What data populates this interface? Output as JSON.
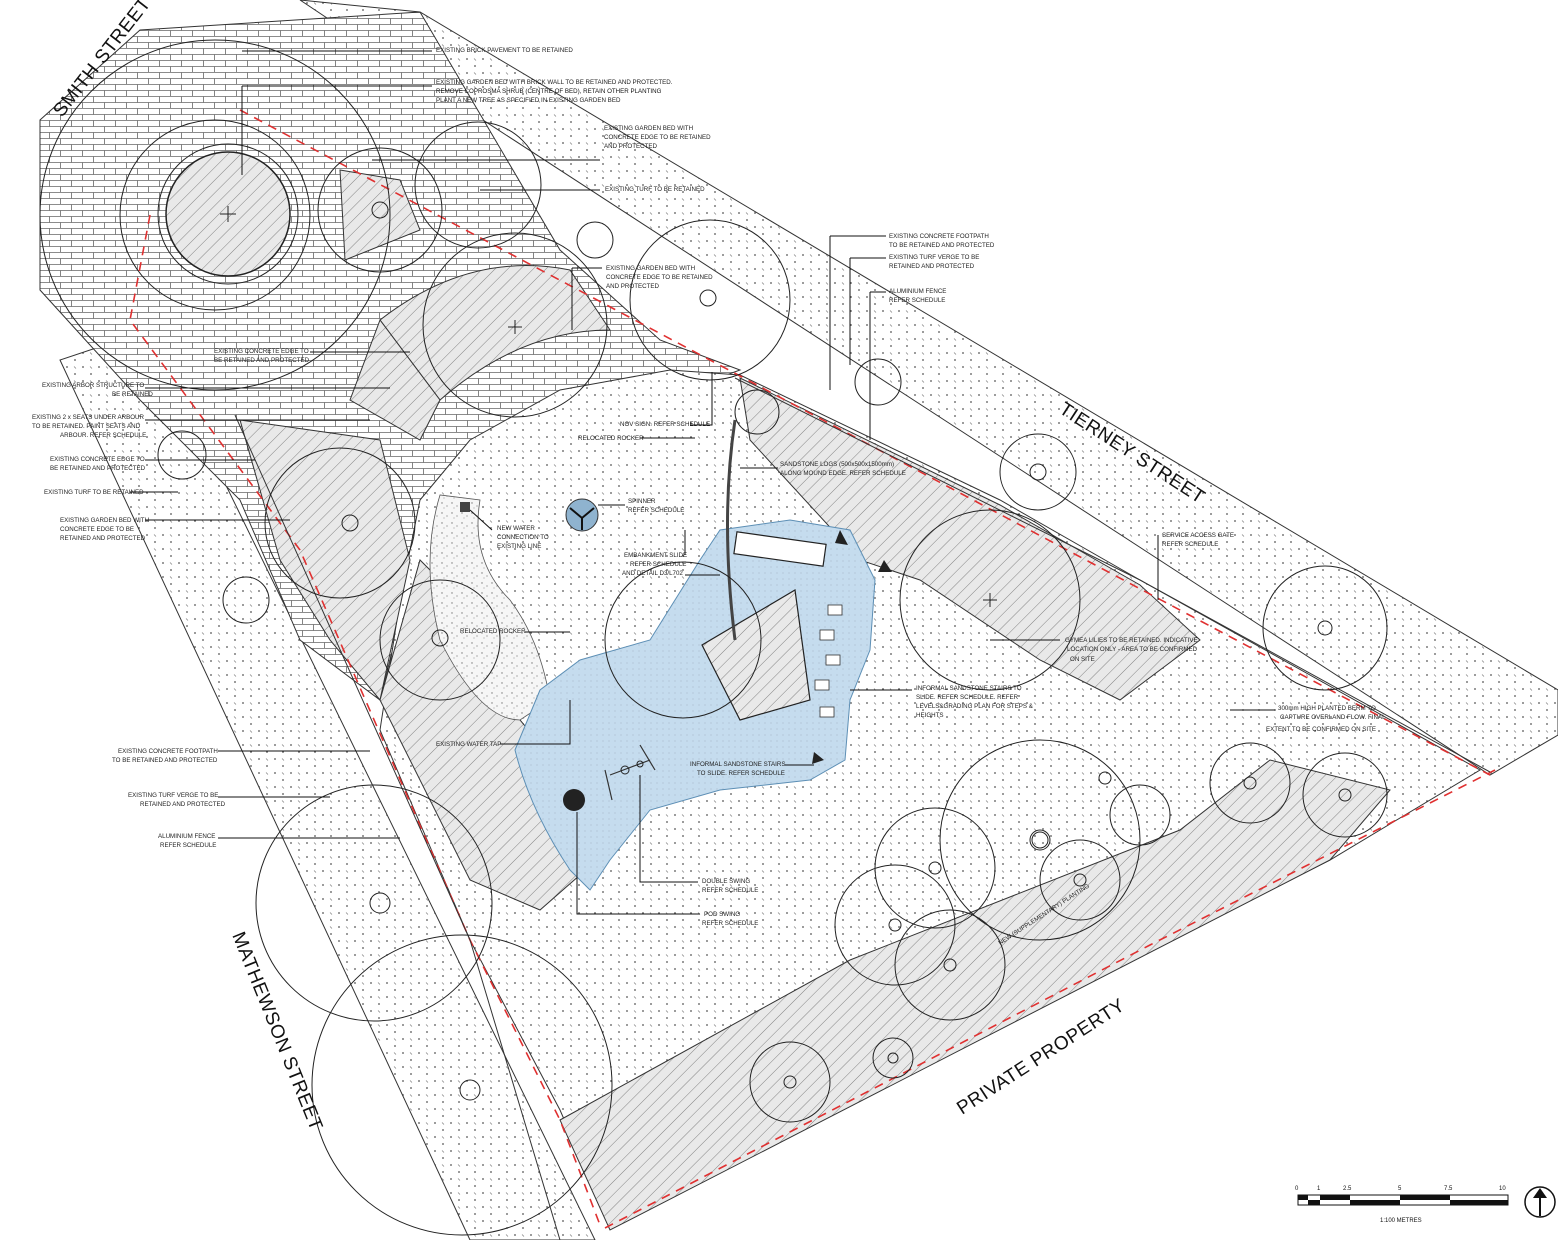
{
  "streets": {
    "smith": "SMITH STREET",
    "tierney": "TIERNEY STREET",
    "mathewson": "MATHEWSON STREET",
    "private": "PRIVATE PROPERTY"
  },
  "notes": {
    "brick_pavement": "EXISTING BRICK PAVEMENT TO BE RETAINED",
    "garden_bed_brick_1": "EXISTING GARDEN BED WITH BRICK WALL TO BE RETAINED AND PROTECTED.",
    "garden_bed_brick_2": "REMOVE COPROSMA SHRUB (CENTRE OF BED), RETAIN OTHER PLANTING",
    "garden_bed_brick_3": "PLANT A NEW TREE AS SPECIFIED IN EXISTING GARDEN BED",
    "garden_bed_conc_a_1": "EXISTING GARDEN BED WITH",
    "garden_bed_conc_a_2": "CONCRETE EDGE TO BE RETAINED",
    "garden_bed_conc_a_3": "AND PROTECTED",
    "turf_top": "EXISTING TURF TO BE RETAINED",
    "footpath_top_1": "EXISTING CONCRETE FOOTPATH",
    "footpath_top_2": "TO BE RETAINED AND PROTECTED",
    "verge_top_1": "EXISTING TURF VERGE TO BE",
    "verge_top_2": "RETAINED AND PROTECTED",
    "fence_top_1": "ALUMINIUM FENCE",
    "fence_top_2": "REFER SCHEDULE",
    "garden_bed_conc_b_1": "EXISTING GARDEN BED WITH",
    "garden_bed_conc_b_2": "CONCRETE EDGE TO BE RETAINED",
    "garden_bed_conc_b_3": "AND PROTECTED",
    "conc_edge_top_1": "EXISTING CONCRETE EDGE TO",
    "conc_edge_top_2": "BE RETAINED AND PROTECTED",
    "arbor_1": "EXISTING ARBOR STRUCTURE TO",
    "arbor_2": "BE RETAINED",
    "seats_1": "EXISTING 2 x SEATS UNDER ARBOUR",
    "seats_2": "TO BE RETAINED. PAINT SEATS AND",
    "seats_3": "ARBOUR. REFER SCHEDULE",
    "conc_edge_left_1": "EXISTING CONCRETE EDGE TO",
    "conc_edge_left_2": "BE RETAINED AND PROTECTED",
    "turf_left": "EXISTING TURF TO BE RETAINED",
    "garden_bed_left_1": "EXISTING GARDEN BED WITH",
    "garden_bed_left_2": "CONCRETE EDGE TO BE",
    "garden_bed_left_3": "RETAINED AND PROTECTED",
    "footpath_left_1": "EXISTING CONCRETE FOOTPATH",
    "footpath_left_2": "TO BE RETAINED AND PROTECTED",
    "verge_left_1": "EXISTING TURF VERGE TO BE",
    "verge_left_2": "RETAINED AND PROTECTED",
    "fence_left_1": "ALUMINIUM FENCE",
    "fence_left_2": "REFER SCHEDULE",
    "nov_sign": "NOV SIGN. REFER SCHEDULE",
    "reloc_rocker_top": "RELOCATED ROCKER",
    "spinner_1": "SPINNER",
    "spinner_2": "REFER SCHEDULE",
    "water_1": "NEW WATER",
    "water_2": "CONNECTION TO",
    "water_3": "EXISTING LINE",
    "slide_1": "EMBANKMENT SLIDE",
    "slide_2": "REFER SCHEDULE",
    "slide_3": "AND DETAIL D3/L702",
    "reloc_rocker_mid": "RELOCATED ROCKER",
    "water_tap": "EXISTING WATER TAP",
    "sand_log_1": "SANDSTONE LOGS (500x500x1500mm)",
    "sand_log_2": "ALONG MOUND EDGE. REFER SCHEDULE",
    "service_gate_1": "SERVICE ACCESS GATE",
    "service_gate_2": "REFER SCHEDULE",
    "lilies_1": "GYMEA LILIES TO BE RETAINED. INDICATIVE",
    "lilies_2": "LOCATION ONLY - AREA TO BE CONFIRMED",
    "lilies_3": "ON SITE",
    "stairs_a_1": "INFORMAL SANDSTONE STAIRS TO",
    "stairs_a_2": "SLIDE. REFER SCHEDULE. REFER",
    "stairs_a_3": "LEVELS&GRADING PLAN FOR STEPS &",
    "stairs_a_4": "HEIGHTS",
    "berm_1": "300mm HIGH PLANTED BERM TO",
    "berm_2": "CAPTURE OVERLAND FLOW. FINAL",
    "berm_3": "EXTENT TO BE CONFIRMED ON SITE",
    "stairs_b_1": "INFORMAL SANDSTONE STAIRS",
    "stairs_b_2": "TO SLIDE. REFER SCHEDULE",
    "double_swing_1": "DOUBLE SWING",
    "double_swing_2": "REFER SCHEDULE",
    "pod_swing_1": "POD SWING",
    "pod_swing_2": "REFER SCHEDULE",
    "supplementary": "NEW (SUPPLEMENTARY) PLANTING"
  },
  "scale": {
    "ticks": [
      "0",
      "1",
      "2.5",
      "5",
      "7.5",
      "10"
    ],
    "label": "1:100 METRES"
  },
  "colors": {
    "play_area": "#c5dcee",
    "boundary": "#e03030",
    "line": "#222222"
  },
  "icons": [
    "north-arrow-icon",
    "scale-bar-icon"
  ]
}
